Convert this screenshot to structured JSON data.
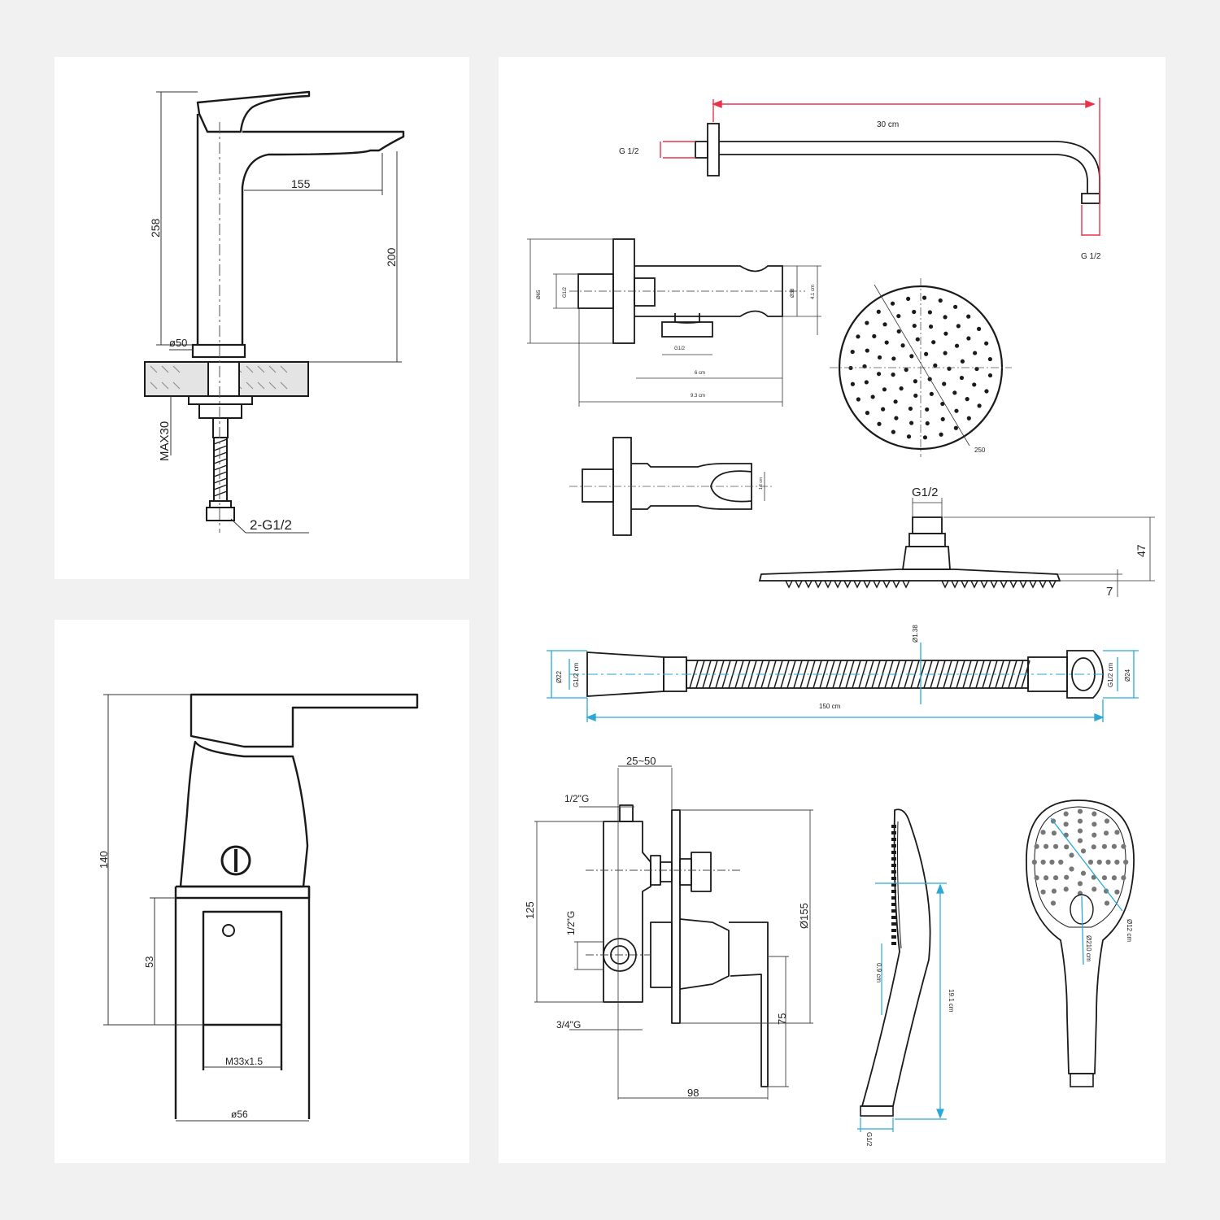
{
  "colors": {
    "line": "#1a1a1a",
    "dim_red": "#e8334a",
    "dim_blue": "#2aa9d6",
    "panel": "#ffffff",
    "background": "#f1f1f1"
  },
  "basin_faucet": {
    "height": "258",
    "reach": "155",
    "spout_height": "200",
    "base_diameter": "ø50",
    "max_thickness": "MAX30",
    "connection": "2-G1/2"
  },
  "wall_mixer": {
    "height": "140",
    "body_height": "53",
    "thread": "M33x1.5",
    "diameter": "ø56"
  },
  "shower_arm": {
    "length": "30 cm",
    "inlet": "G 1/2",
    "outlet": "G 1/2"
  },
  "wall_outlet": {
    "d_flange": "Ø65",
    "d_inlet": "G1/2",
    "d_body": "Ø38",
    "height": "4.1 cm",
    "outlet": "G1/2",
    "length_a": "6 cm",
    "length_b": "9.3 cm"
  },
  "holder": {
    "width": "1.6 cm"
  },
  "rain_head": {
    "diameter": "250",
    "connection": "G1/2",
    "height": "47",
    "thickness": "7"
  },
  "hose": {
    "length": "150 cm",
    "d_outer": "Ø1.38",
    "left_d1": "Ø22",
    "left_d2": "G1/2 cm",
    "right_d1": "G1/2 cm",
    "right_d2": "Ø24"
  },
  "diverter": {
    "depth": "25~50",
    "top_inlet": "1/2\"G",
    "side_inlet": "1/2\"G",
    "bottom_inlet": "3/4\"G",
    "height": "125",
    "plate": "Ø155",
    "handle": "75",
    "width": "98"
  },
  "hand_shower_side": {
    "length": "19.1 cm",
    "thickness": "0.9 cm",
    "thread": "G1/2"
  },
  "hand_shower_front": {
    "face": "Ø12 cm",
    "head": "Ø210 cm"
  }
}
